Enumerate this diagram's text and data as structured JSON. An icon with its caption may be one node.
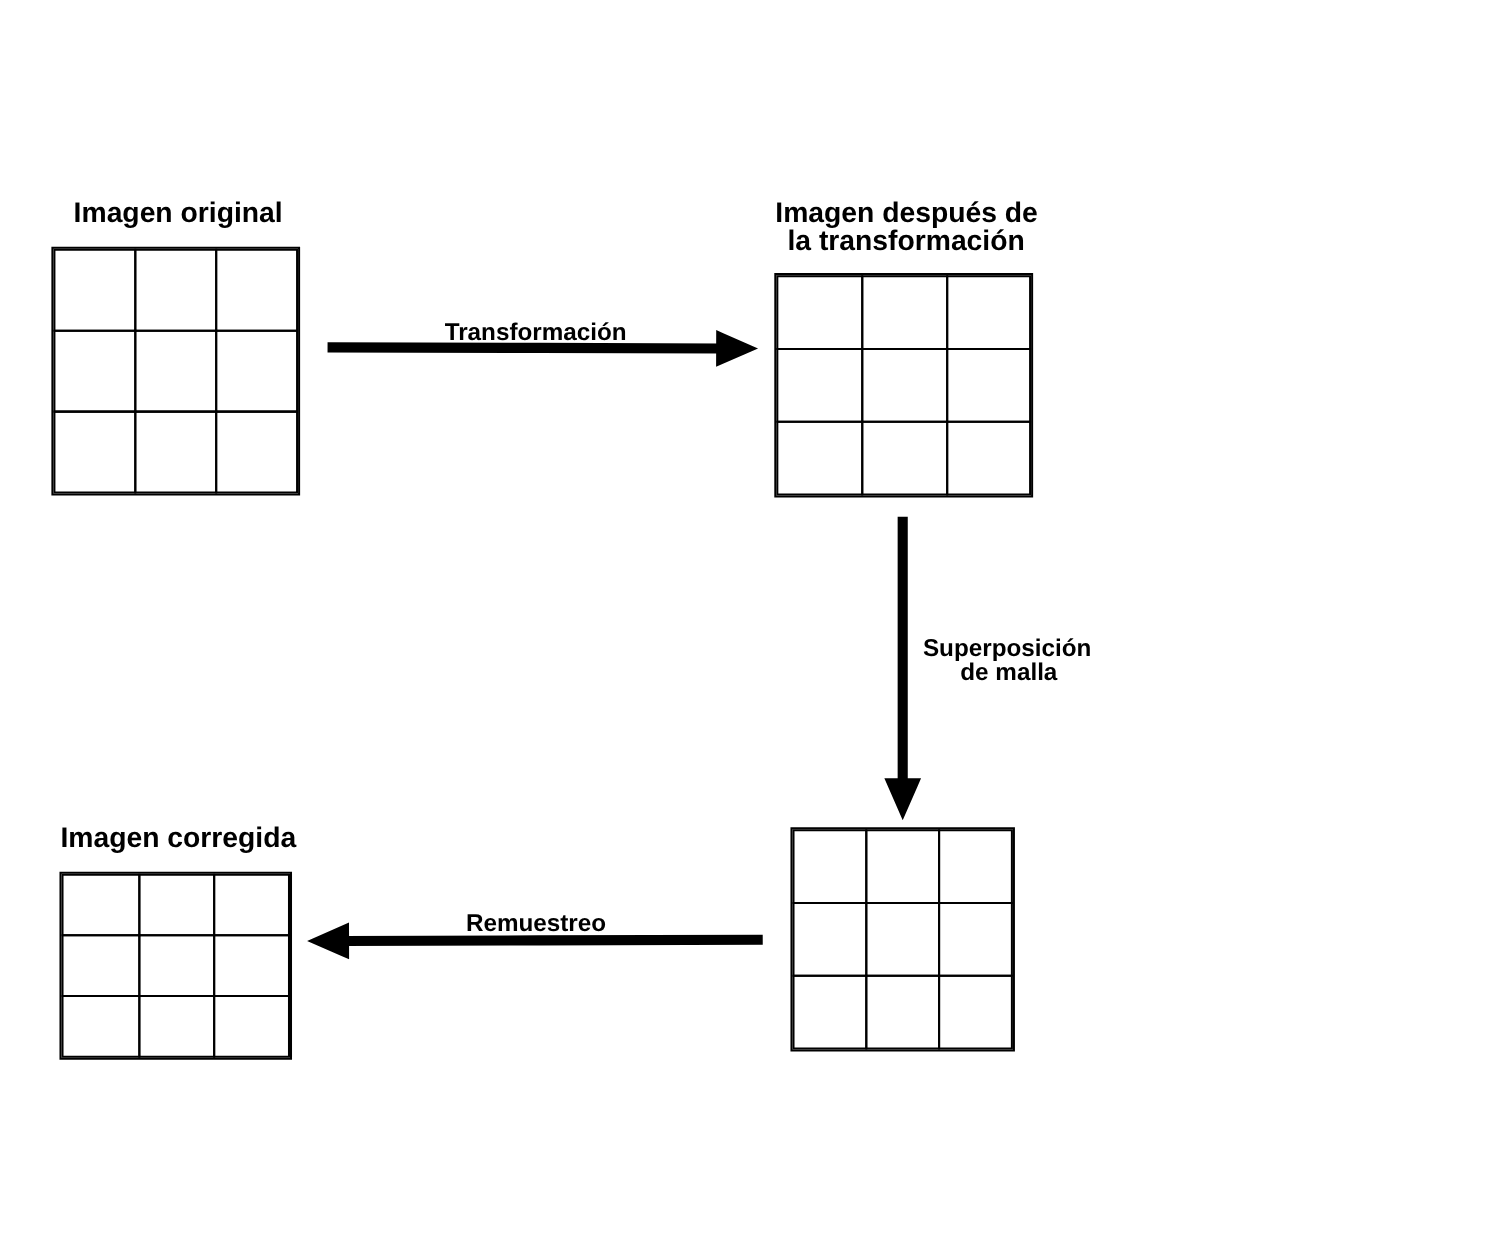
{
  "diagram": {
    "nodes": [
      {
        "text": [
          "Imagen original"
        ]
      },
      {
        "text": [
          "Imagen después de la transformación"
        ]
      },
      {
        "text": [],
        "shape": "picture"
      },
      {
        "text": [
          "Imagen corregida"
        ]
      }
    ],
    "edges": [
      {
        "from": 0,
        "to": 1,
        "arrow": "to",
        "label": "Transformación"
      },
      {
        "from": 1,
        "to": 2,
        "arrow": "to",
        "label": "Superposición de malla"
      },
      {
        "from": 2,
        "to": 3,
        "arrow": "to",
        "label": "Remuestreo"
      }
    ]
  }
}
